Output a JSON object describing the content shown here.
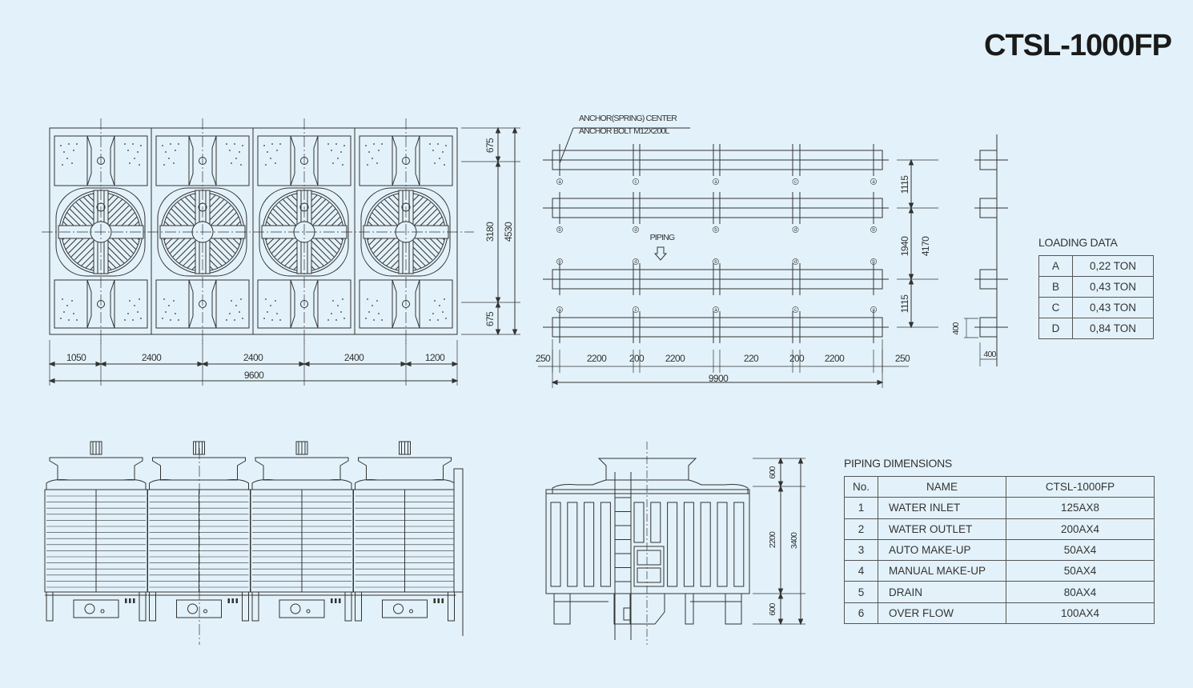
{
  "title": "CTSL-1000FP",
  "plan_view": {
    "bottom_dims": [
      "1050",
      "2400",
      "2400",
      "2400",
      "1200"
    ],
    "overall_width": "9600",
    "right_dims": [
      "675",
      "3180",
      "675"
    ],
    "overall_depth": "4530"
  },
  "foundation_plan": {
    "note_line1": "ANCHOR(SPRING) CENTER",
    "note_line2": "ANCHOR BOLT M12X200L",
    "piping_label": "PIPING",
    "marker_rows": [
      [
        "a",
        "c",
        "a",
        "c",
        "a"
      ],
      [
        "b",
        "d",
        "b",
        "d",
        "b"
      ],
      [
        "b",
        "d",
        "b",
        "d",
        "b"
      ],
      [
        "a",
        "c",
        "a",
        "c",
        "a"
      ]
    ],
    "bottom_dims": [
      "250",
      "2200",
      "200",
      "2200",
      "220",
      "200",
      "2200",
      "250"
    ],
    "overall_length": "9900",
    "right_dims": [
      "1115",
      "1940",
      "1115"
    ],
    "overall_span": "4170",
    "pad_height": "400",
    "pad_width": "400"
  },
  "side_elevation": {
    "dims": [
      "600",
      "2200",
      "600"
    ],
    "overall_height": "3400"
  },
  "loading_data": {
    "title": "LOADING DATA",
    "rows": [
      {
        "point": "A",
        "load": "0,22 TON"
      },
      {
        "point": "B",
        "load": "0,43 TON"
      },
      {
        "point": "C",
        "load": "0,43 TON"
      },
      {
        "point": "D",
        "load": "0,84 TON"
      }
    ]
  },
  "piping_dimensions": {
    "title": "PIPING DIMENSIONS",
    "headers": [
      "No.",
      "NAME",
      "CTSL-1000FP"
    ],
    "rows": [
      {
        "no": "1",
        "name": "WATER INLET",
        "size": "125AX8"
      },
      {
        "no": "2",
        "name": "WATER OUTLET",
        "size": "200AX4"
      },
      {
        "no": "3",
        "name": "AUTO MAKE-UP",
        "size": "50AX4"
      },
      {
        "no": "4",
        "name": "MANUAL MAKE-UP",
        "size": "50AX4"
      },
      {
        "no": "5",
        "name": "DRAIN",
        "size": "80AX4"
      },
      {
        "no": "6",
        "name": "OVER FLOW",
        "size": "100AX4"
      }
    ]
  },
  "colors": {
    "background": "#e3f2fa",
    "line": "#333333"
  }
}
